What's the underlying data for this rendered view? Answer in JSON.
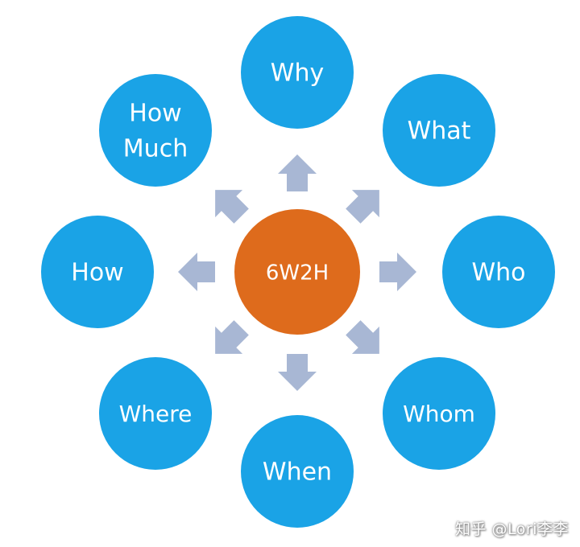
{
  "colors": {
    "outer_circle": "#1aa3e6",
    "center_circle": "#de6b1c",
    "arrow": "#a8b7d4",
    "label": "#ffffff"
  },
  "center": {
    "label": "6W2H"
  },
  "nodes": [
    {
      "id": "why",
      "lines": [
        "Why"
      ]
    },
    {
      "id": "what",
      "lines": [
        "What"
      ]
    },
    {
      "id": "who",
      "lines": [
        "Who"
      ]
    },
    {
      "id": "whom",
      "lines": [
        "Whom"
      ]
    },
    {
      "id": "when",
      "lines": [
        "When"
      ]
    },
    {
      "id": "where",
      "lines": [
        "Where"
      ]
    },
    {
      "id": "how",
      "lines": [
        "How"
      ]
    },
    {
      "id": "how-much",
      "lines": [
        "How",
        "Much"
      ]
    }
  ],
  "watermark": "知乎 @Lori李李"
}
